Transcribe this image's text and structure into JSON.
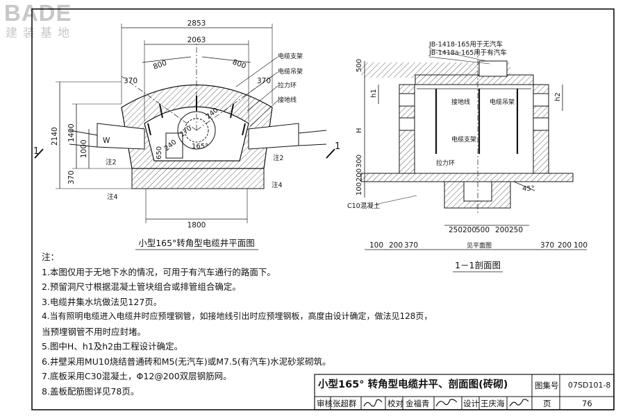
{
  "logo": {
    "main": "BADE",
    "sub": "建装基地"
  },
  "plan": {
    "title": "小型165°转角型电缆井平面图",
    "dims": {
      "d2853": "2853",
      "d2063": "2063",
      "d800a": "800",
      "d800b": "800",
      "d370l": "370",
      "d370r": "370",
      "d2140": "2140",
      "d1400": "1400",
      "d1000": "1000",
      "d370v": "370",
      "dW": "W",
      "d650": "650",
      "d240a": "240",
      "d270": "270",
      "d240b": "240",
      "d165": "165°",
      "d1800": "1800"
    },
    "labels": {
      "cable_support": "电缆支架",
      "cable_hanger": "电缆吊架",
      "pull_ring": "拉力环",
      "ground": "接地线",
      "note2a": "注2",
      "note2b": "注2",
      "note4a": "注4",
      "note4b": "注4",
      "section_mark": "1"
    }
  },
  "section": {
    "title": "1－1剖面图",
    "labels": {
      "cover1": "JB-1418-165用于无汽车",
      "cover2": "JB-1418a-165用于有汽车",
      "ground": "接地线",
      "hanger": "电缆吊架",
      "support": "电缆支架",
      "ring": "拉力环",
      "concrete": "C10混凝土",
      "angle": "45°",
      "plan_ref": "见平面图"
    },
    "dims": {
      "d500": "500",
      "h1": "h1",
      "h2": "h2",
      "H": "H",
      "d300": "300",
      "d200": "200",
      "d100": "100",
      "b250a": "250",
      "b200a": "200",
      "b500": "500",
      "b200b": "200",
      "b250b": "250",
      "l100": "100",
      "l200": "200",
      "l370": "370",
      "r370": "370",
      "r200": "200",
      "r100": "100",
      "section_mark": "1"
    }
  },
  "notes": [
    "注：",
    "1.本图仅用于无地下水的情况，可用于有汽车通行的路面下。",
    "2.预留洞尺寸根据混凝土管块组合或排管组合确定。",
    "3.电缆井集水坑做法见127页。",
    "4.当有照明电缆进入电缆井时应预埋钢管，如接地线引出时应预埋钢板，高度由设计确定，做法见128页，",
    "   当预埋钢管不用时应封堵。",
    "5.图中H、h1及h2由工程设计确定。",
    "6.井壁采用MU10烧结普通砖和M5(无汽车)或M7.5(有汽车)水泥砂浆砌筑。",
    "7.底板采用C30混凝土，Φ12@200双层钢筋网。",
    "8.盖板配筋图详见78页。"
  ],
  "title_block": {
    "title": "小型165°  转角型电缆井平、剖面图(砖砌)",
    "atlas_label": "图集号",
    "atlas_no": "07SD101-8",
    "review_label": "审核",
    "reviewer": "张超群",
    "check_label": "校对",
    "checker": "金福青",
    "design_label": "设计",
    "designer": "王庆海",
    "page_label": "页",
    "page_no": "76"
  }
}
